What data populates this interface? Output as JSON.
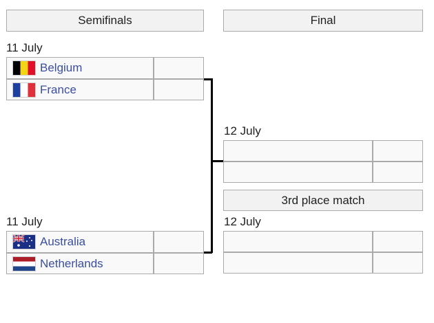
{
  "headers": {
    "semifinals": "Semifinals",
    "final": "Final",
    "third_place": "3rd place match"
  },
  "semifinal_1": {
    "date": "11 July",
    "team_1": {
      "name": "Belgium",
      "flag": "belgium-flag",
      "score": ""
    },
    "team_2": {
      "name": "France",
      "flag": "france-flag",
      "score": ""
    }
  },
  "semifinal_2": {
    "date": "11 July",
    "team_1": {
      "name": "Australia",
      "flag": "australia-flag",
      "score": ""
    },
    "team_2": {
      "name": "Netherlands",
      "flag": "netherlands-flag",
      "score": ""
    }
  },
  "final": {
    "date": "12 July",
    "team_1": {
      "name": "",
      "score": ""
    },
    "team_2": {
      "name": "",
      "score": ""
    }
  },
  "third_place_match": {
    "date": "12 July",
    "team_1": {
      "name": "",
      "score": ""
    },
    "team_2": {
      "name": "",
      "score": ""
    }
  },
  "colors": {
    "header_bg": "#f2f2f2",
    "cell_bg": "#f9f9f9",
    "border": "#aaaaaa",
    "link": "#3a4ea0",
    "bracket_line": "#000000"
  }
}
